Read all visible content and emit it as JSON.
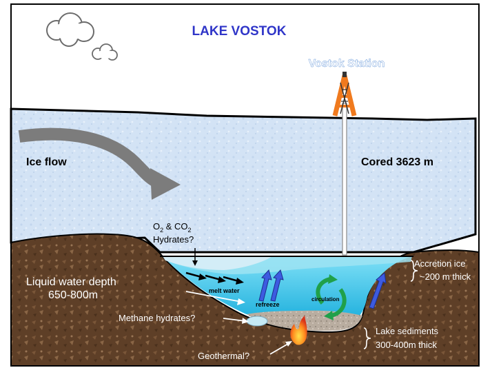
{
  "title": "LAKE VOSTOK",
  "labels": {
    "station": "Vostok Station",
    "ice_flow": "Ice flow",
    "cored": "Cored 3623 m",
    "hydrates_line1": "O",
    "hydrates_sub1": "2",
    "hydrates_mid": " & CO",
    "hydrates_sub2": "2",
    "hydrates_line2": "Hydrates?",
    "liquid_depth_line1": "Liquid water depth",
    "liquid_depth_line2": "650-800m",
    "melt_water": "melt water",
    "refreeze": "refreeze",
    "circulation": "circulation",
    "methane": "Methane hydrates?",
    "geothermal": "Geothermal?",
    "accretion_line1": "Accretion ice",
    "accretion_line2": "~200 m thick",
    "sediments_line1": "Lake sediments",
    "sediments_line2": "300-400m thick"
  },
  "colors": {
    "title": "#2f35c8",
    "ice": "#d6e6f7",
    "rock": "#6b4a2f",
    "water": "#29c2e8",
    "derrick": "#f07a1e",
    "arrow_blue": "#3d5be0",
    "arrow_green": "#20a04a"
  }
}
